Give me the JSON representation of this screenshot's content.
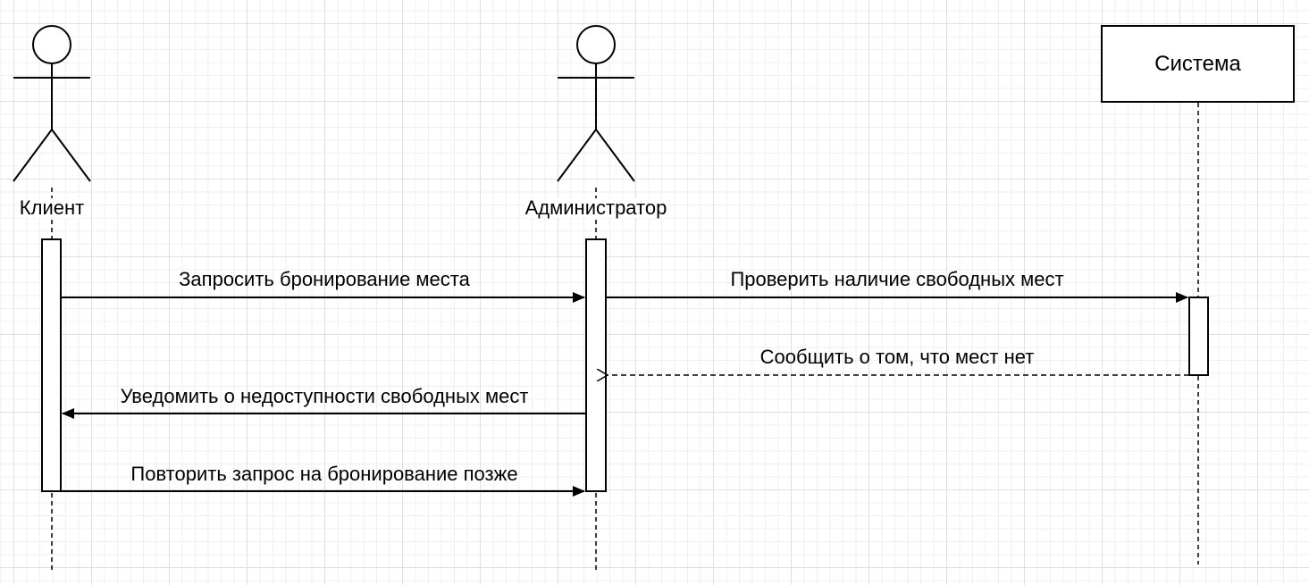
{
  "participants": {
    "client": "Клиент",
    "admin": "Администратор",
    "system": "Система"
  },
  "messages": [
    {
      "label": "Запросить бронирование места",
      "from": "client",
      "to": "admin",
      "style": "sync"
    },
    {
      "label": "Проверить наличие свободных мест",
      "from": "admin",
      "to": "system",
      "style": "sync"
    },
    {
      "label": "Сообщить о том, что мест нет",
      "from": "system",
      "to": "admin",
      "style": "return"
    },
    {
      "label": "Уведомить о недоступности свободных мест",
      "from": "admin",
      "to": "client",
      "style": "sync"
    },
    {
      "label": "Повторить запрос на бронирование позже",
      "from": "client",
      "to": "admin",
      "style": "sync"
    }
  ]
}
